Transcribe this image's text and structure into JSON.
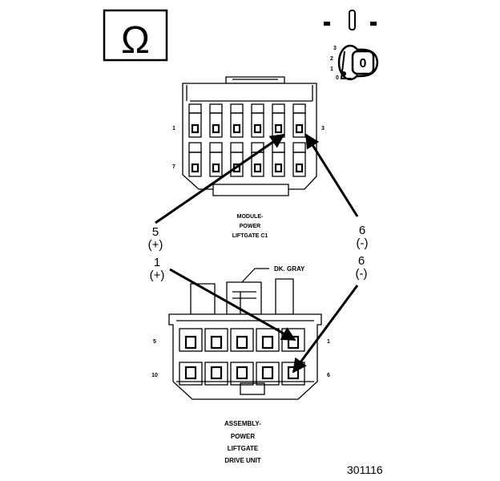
{
  "symbol": {
    "icon": "ohm-icon",
    "glyph": "Ω"
  },
  "key_switch": {
    "positions": [
      "3",
      "2",
      "1",
      "0"
    ],
    "key_letter": "0"
  },
  "connector_top": {
    "label_lines": [
      "MODULE-",
      "POWER",
      "LIFTGATE C1"
    ],
    "left_pins": [
      "1",
      "7"
    ],
    "right_pins": [
      "3"
    ]
  },
  "connector_bottom": {
    "label_lines": [
      "ASSEMBLY-",
      "POWER",
      "LIFTGATE",
      "DRIVE UNIT"
    ],
    "left_pins": [
      "5",
      "10"
    ],
    "right_pins": [
      "1",
      "6"
    ],
    "wire_color_label": "DK. GRAY"
  },
  "probes": [
    {
      "pin": "5",
      "polarity": "(+)"
    },
    {
      "pin": "6",
      "polarity": "(-)"
    },
    {
      "pin": "1",
      "polarity": "(+)"
    },
    {
      "pin": "6",
      "polarity": "(-)"
    }
  ],
  "figure_number": "301116"
}
